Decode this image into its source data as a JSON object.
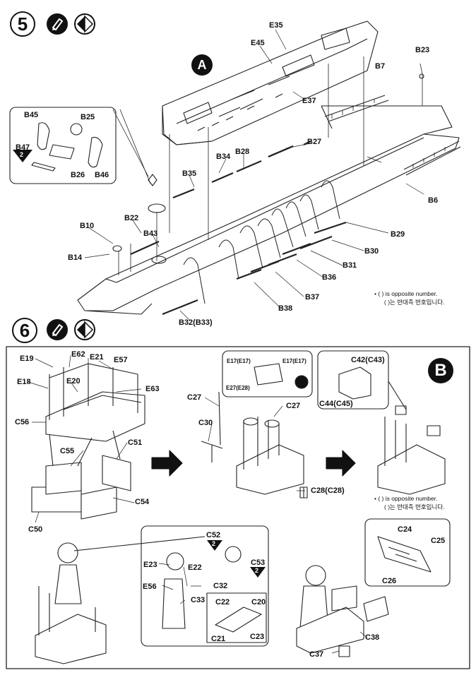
{
  "step5": {
    "number": "5",
    "assembly_mark": "A",
    "labels": {
      "E35": "E35",
      "E45": "E45",
      "E37": "E37",
      "B23": "B23",
      "B7": "B7",
      "B27": "B27",
      "B6": "B6",
      "B45": "B45",
      "B25": "B25",
      "B47": "B47",
      "B47_qty": "2",
      "B26": "B26",
      "B46": "B46",
      "B34": "B34",
      "B28": "B28",
      "B35": "B35",
      "B22": "B22",
      "B10": "B10",
      "B43": "B43",
      "B14": "B14",
      "B29": "B29",
      "B30": "B30",
      "B31": "B31",
      "B36": "B36",
      "B37": "B37",
      "B38": "B38",
      "B32": "B32(B33)"
    },
    "note_line1": "• (  ) is opposite number.",
    "note_line2": "(  )는 반대측 번호입니다."
  },
  "step6": {
    "number": "6",
    "assembly_mark": "B",
    "labels": {
      "E19": "E19",
      "E62": "E62",
      "E21": "E21",
      "E57": "E57",
      "E18": "E18",
      "E20": "E20",
      "E63": "E63",
      "C56": "C56",
      "C55": "C55",
      "C51": "C51",
      "C54": "C54",
      "C50": "C50",
      "E17L": "E17(E17)",
      "E17R": "E17(E17)",
      "E27": "E27(E28)",
      "C27a": "C27",
      "C27b": "C27",
      "C30": "C30",
      "C28": "C28(C28)",
      "C42": "C42(C43)",
      "C44": "C44(C45)",
      "C52": "C52",
      "C52_qty": "2",
      "C53": "C53",
      "C53_qty": "2",
      "E23": "E23",
      "E22": "E22",
      "E56": "E56",
      "C32": "C32",
      "C33": "C33",
      "C22": "C22",
      "C20": "C20",
      "C21": "C21",
      "C23": "C23",
      "C24": "C24",
      "C25": "C25",
      "C26": "C26",
      "C38": "C38",
      "C37": "C37"
    },
    "note_line1": "• (  ) is opposite number.",
    "note_line2": "(  )는 반대측 번호입니다."
  }
}
